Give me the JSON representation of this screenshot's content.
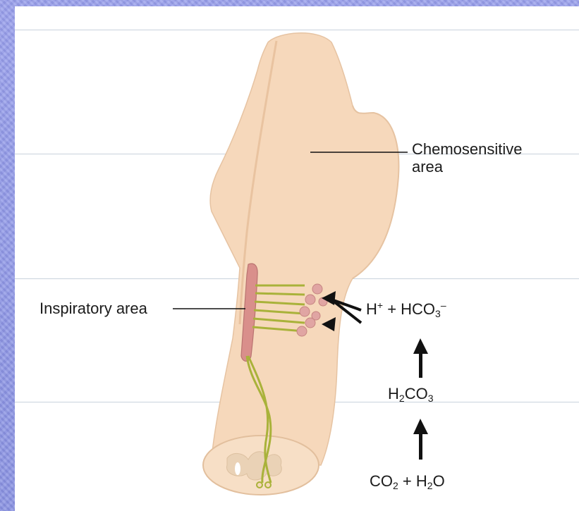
{
  "labels": {
    "chemosensitive_line1": "Chemosensitive",
    "chemosensitive_line2": "area",
    "inspiratory": "Inspiratory area"
  },
  "equations": {
    "row1": {
      "h": "H",
      "plus_sup": "+",
      "plus": " + HCO",
      "sub3": "3",
      "minus_sup": "–"
    },
    "row2": {
      "h": "H",
      "sub2": "2",
      "co": "CO",
      "sub3": "3"
    },
    "row3": {
      "co": "CO",
      "sub2a": "2",
      "plus": " + H",
      "sub2b": "2",
      "o": "O"
    }
  },
  "colors": {
    "tissue": "#f6d8bb",
    "tissue_dark": "#e9c3a0",
    "nerve": "#a9b23a",
    "neuron": "#e0a5a3",
    "inspiratory_bundle": "#d98f8b",
    "arrow": "#111111",
    "background": "#8f97e6"
  }
}
